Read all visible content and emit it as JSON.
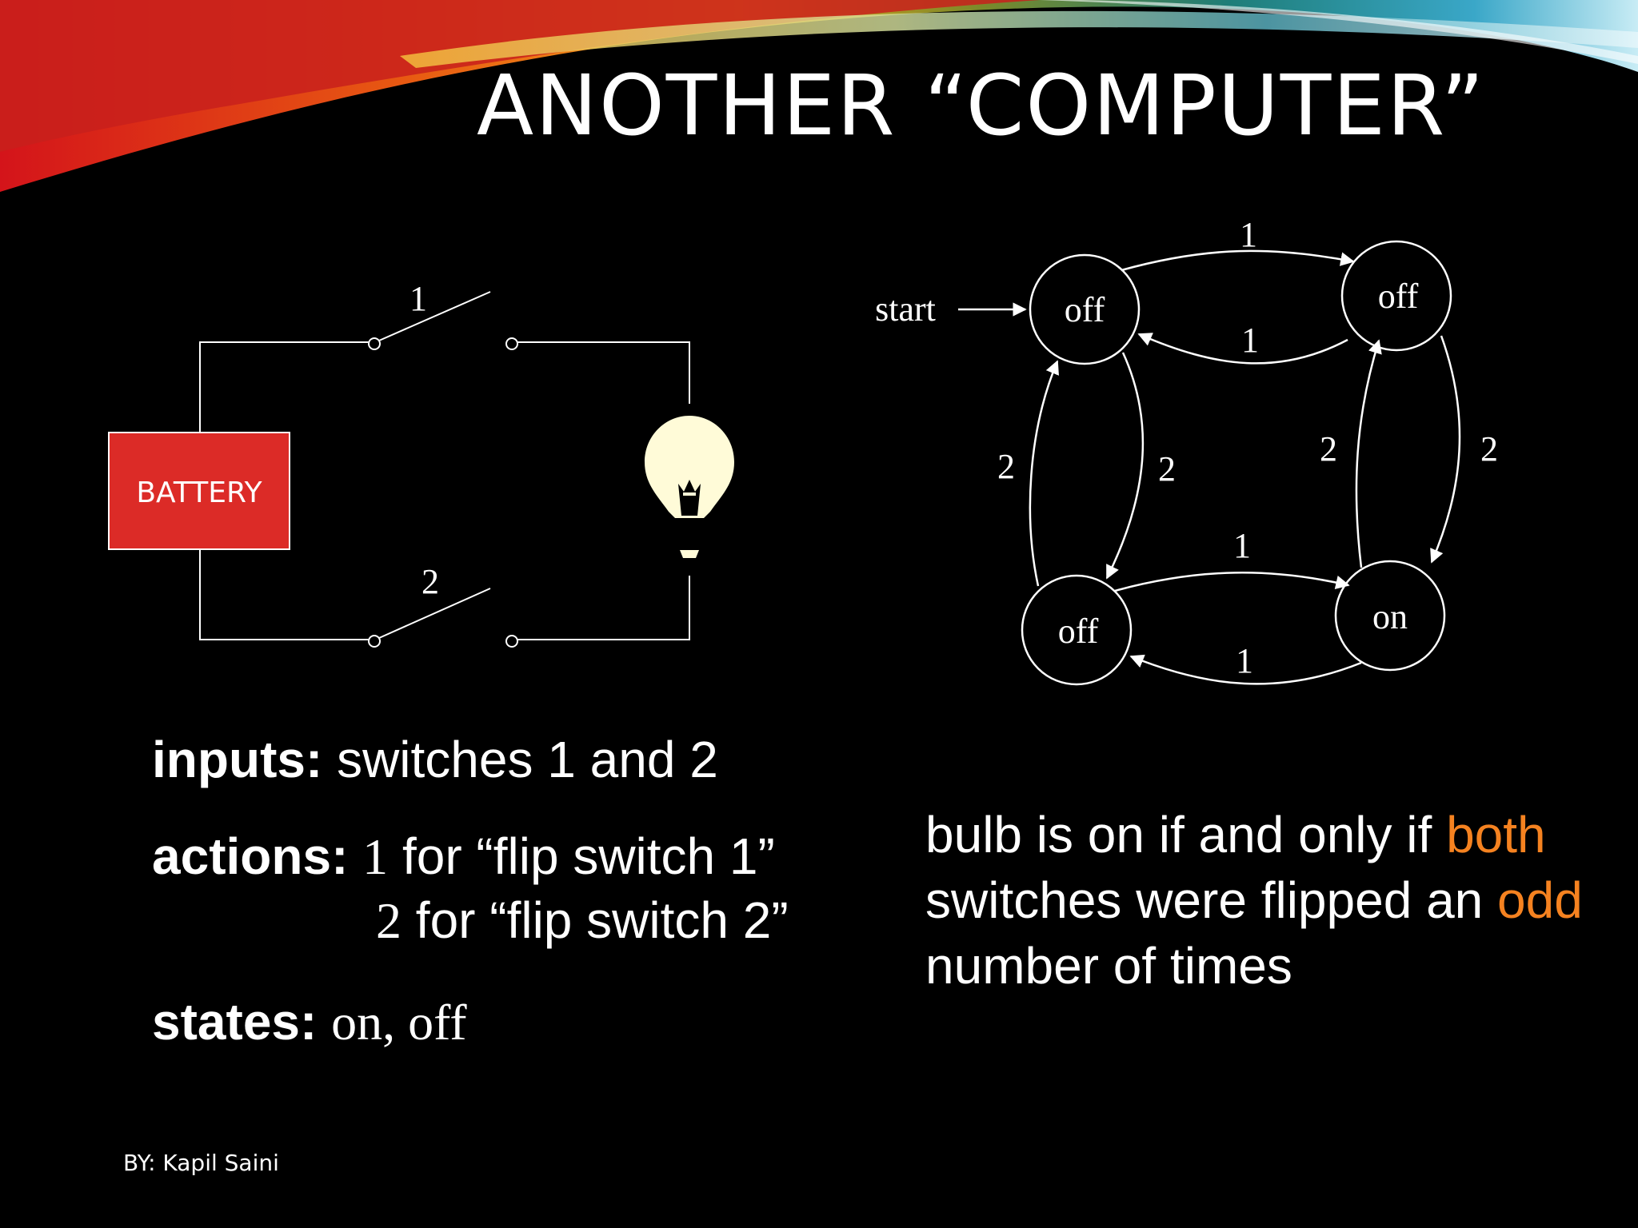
{
  "slide": {
    "title": "ANOTHER “COMPUTER”",
    "footer": "BY: Kapil Saini"
  },
  "circuit": {
    "battery_label": "BATTERY",
    "switch_top_label": "1",
    "switch_bottom_label": "2",
    "battery_color": "#dc2b27"
  },
  "state_machine": {
    "start_label": "start",
    "states": {
      "top_left": "off",
      "top_right": "off",
      "bottom_left": "off",
      "bottom_right": "on"
    },
    "transitions": [
      {
        "from": "top_left",
        "to": "top_right",
        "label": "1"
      },
      {
        "from": "top_right",
        "to": "top_left",
        "label": "1"
      },
      {
        "from": "bottom_left",
        "to": "bottom_right",
        "label": "1"
      },
      {
        "from": "bottom_right",
        "to": "bottom_left",
        "label": "1"
      },
      {
        "from": "top_left",
        "to": "bottom_left",
        "label": "2"
      },
      {
        "from": "bottom_left",
        "to": "top_left",
        "label": "2"
      },
      {
        "from": "top_right",
        "to": "bottom_right",
        "label": "2"
      },
      {
        "from": "bottom_right",
        "to": "top_right",
        "label": "2"
      }
    ]
  },
  "info": {
    "inputs_label": "inputs:",
    "inputs_text": "switches 1 and 2",
    "actions_label": "actions:",
    "action_1_symbol": "1",
    "action_1_text": "for “flip switch 1”",
    "action_2_symbol": "2",
    "action_2_text": "for “flip switch 2”",
    "states_label": "states:",
    "states_text": "on, off"
  },
  "summary": {
    "part1": "bulb is on if and only if",
    "highlight1": "both",
    "part2": "switches were flipped an",
    "highlight2": "odd",
    "part3": "number of times",
    "highlight_color": "#f58220"
  }
}
